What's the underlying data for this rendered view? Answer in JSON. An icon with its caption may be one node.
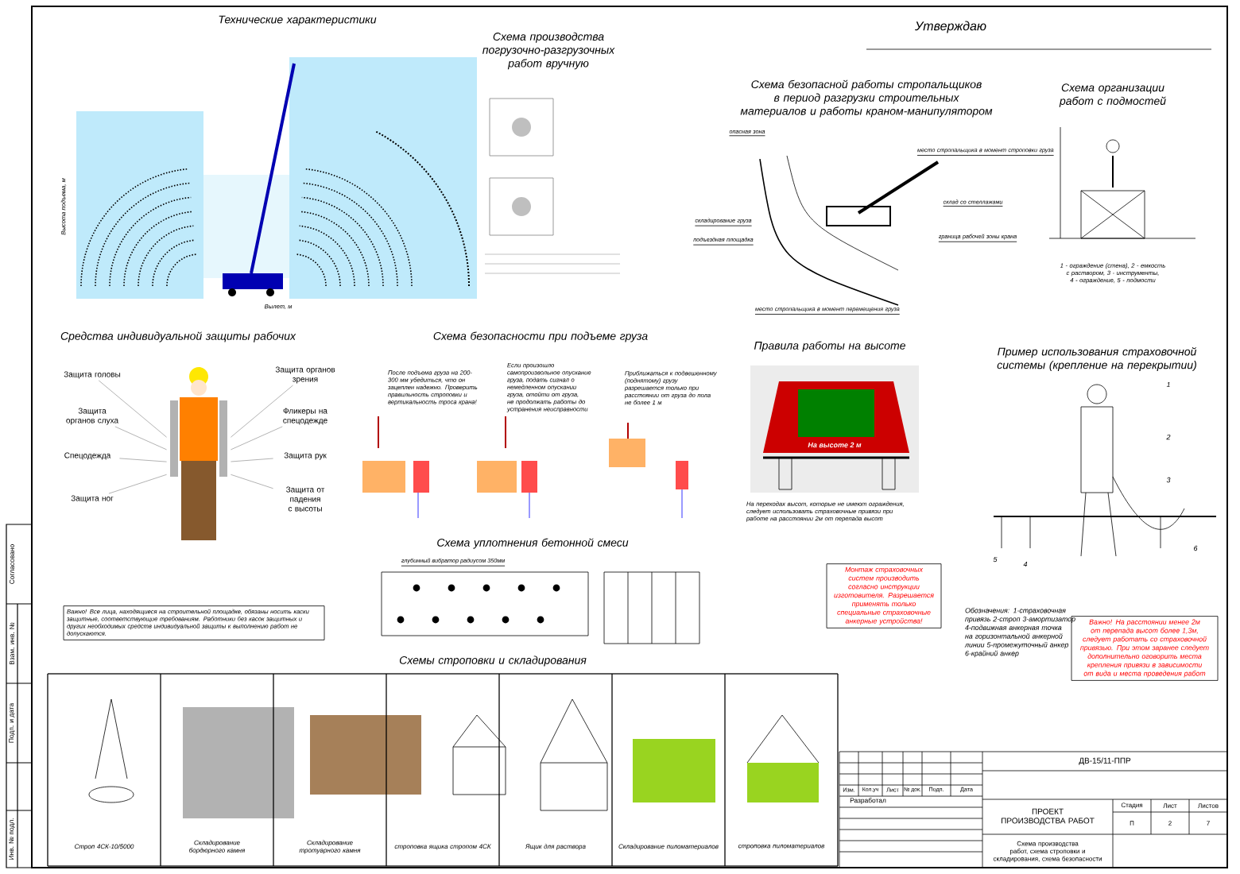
{
  "diagram": {
    "nodes": [
      {
        "text": [
          "Технические характеристики"
        ]
      },
      {
        "text": [
          "Схема производства погрузочно-разгрузочных работ вручную"
        ]
      },
      {
        "text": [
          "Схема безопасной работы стропальщиков в период разгрузки строительных материалов и работы краном-манипулятором"
        ]
      },
      {
        "text": [
          "Схема организации работ с подмостей",
          "1 - ограждение (стена), 2 - емкость с раствором, 3 - инструменты, 4 - ограждение, 5 - подмости"
        ]
      },
      {
        "text": [
          "Средства индивидуальной защиты рабочих"
        ]
      },
      {
        "text": [],
        "shape": "person"
      },
      {
        "text": [
          "Защита головы"
        ]
      },
      {
        "text": [
          "Защита органов слуха"
        ]
      },
      {
        "text": [
          "Спецодежда"
        ]
      },
      {
        "text": [
          "Защита ног"
        ]
      },
      {
        "text": [
          "Защита органов зрения"
        ]
      },
      {
        "text": [
          "Фликеры на спецодежде"
        ]
      },
      {
        "text": [
          "Защита рук"
        ]
      },
      {
        "text": [
          "Защита от падения с высоты"
        ]
      },
      {
        "text": [
          "Важно! Все лица, находящиеся на строительной площадке, обязаны носить каски защитные, соответствующие требованиям. Работники без касок защитных и других необходимых средств индивидуальной защиты к выполнению работ не допускаются."
        ]
      },
      {
        "text": [
          "Схема безопасности при подъеме груза",
          "После подъема груза на 200-300 мм убедиться, что он зацеплен надежно. Проверить правильность строповки и вертикальность троса крана!",
          "Если произошло самопроизвольное опускание груза, подать сигнал о немедленном опускании груза, отойти от груза, не продолжать работы до устранения неисправности",
          "Приближаться к подвешенному (поднятому) грузу разрешается только при расстоянии от груза до пола не более 1 м"
        ]
      },
      {
        "text": [
          "Правила работы на высоте",
          "На переходах высот, которые не имеют ограждения, следует использовать страховочные привязи при работе на расстоянии 2м от перепада высот"
        ]
      },
      {
        "text": [
          "Пример использования страховочной системы (крепление на перекрытии)",
          "Обозначения: 1-страховочная привязь 2-строп 3-амортизатор 4-подвижная анкерная точка на горизонтальной анкерной линии 5-промежуточный анкер 6-крайний анкер"
        ]
      },
      {
        "text": [
          "Монтаж страховочных систем производить согласно инструкции изготовителя. Разрешается применять только специальные страховочные анкерные устройства!"
        ]
      },
      {
        "text": [
          "Важно! На расстоянии менее 2м от перепада высот более 1,3м, следует работать со страховочной привязью. При этом заранее следует дополнительно оговорить места крепления привязи в зависимости от вида и места проведения работ"
        ]
      },
      {
        "text": [
          "Схема уплотнения бетонной смеси"
        ]
      },
      {
        "text": [
          "Схемы строповки и складирования"
        ]
      },
      {
        "text": [
          "Строп 4СК-10/5000"
        ],
        "in": 21
      },
      {
        "text": [
          "Складирование бордюрного камня"
        ],
        "in": 21
      },
      {
        "text": [
          "Складирование тротуарного камня"
        ],
        "in": 21
      },
      {
        "text": [
          "строповка ящика стропом 4СК"
        ],
        "in": 21
      },
      {
        "text": [
          "Ящик для раствора"
        ],
        "in": 21
      },
      {
        "text": [
          "Складирование пиломатериалов"
        ],
        "in": 21
      },
      {
        "text": [
          "строповка пиломатериалов"
        ],
        "in": 21
      }
    ],
    "edges": [
      {
        "from": 6,
        "to": 5,
        "arrow": "none"
      },
      {
        "from": 7,
        "to": 5,
        "arrow": "none"
      },
      {
        "from": 8,
        "to": 5,
        "arrow": "none"
      },
      {
        "from": 9,
        "to": 5,
        "arrow": "none"
      },
      {
        "from": 10,
        "to": 5,
        "arrow": "none"
      },
      {
        "from": 11,
        "to": 5,
        "arrow": "none"
      },
      {
        "from": 12,
        "to": 5,
        "arrow": "none"
      },
      {
        "from": 13,
        "to": 5,
        "arrow": "none"
      }
    ],
    "labels": [
      "Вылет, м",
      "Высота подъема, м",
      "Утверждаю",
      "опасная зона",
      "место стропальщика в момент строповки груза",
      "складирование груза",
      "склад со стеллажами",
      "граница рабочей зоны крана",
      "подъездная площадка",
      "место стропальщика в момент перемещения груза",
      "На высоте 2 м",
      "1",
      "2",
      "3",
      "4",
      "5",
      "6",
      "глубинный вибратор радиусом 350мм",
      "ДВ-15/11-ППР",
      "ПРОЕКТ ПРОИЗВОДСТВА РАБОТ",
      "Стадия",
      "Лист",
      "Листов",
      "П",
      "2",
      "7",
      "Изм.",
      "Кол.уч",
      "Лист",
      "№ док.",
      "Подп.",
      "Дата",
      "Разработал",
      "Схема производства работ, схема строповки и складирования, схема безопасности",
      "Согласовано",
      "Взам. инв. №",
      "Подп. и дата",
      "Инв. № подл."
    ]
  }
}
